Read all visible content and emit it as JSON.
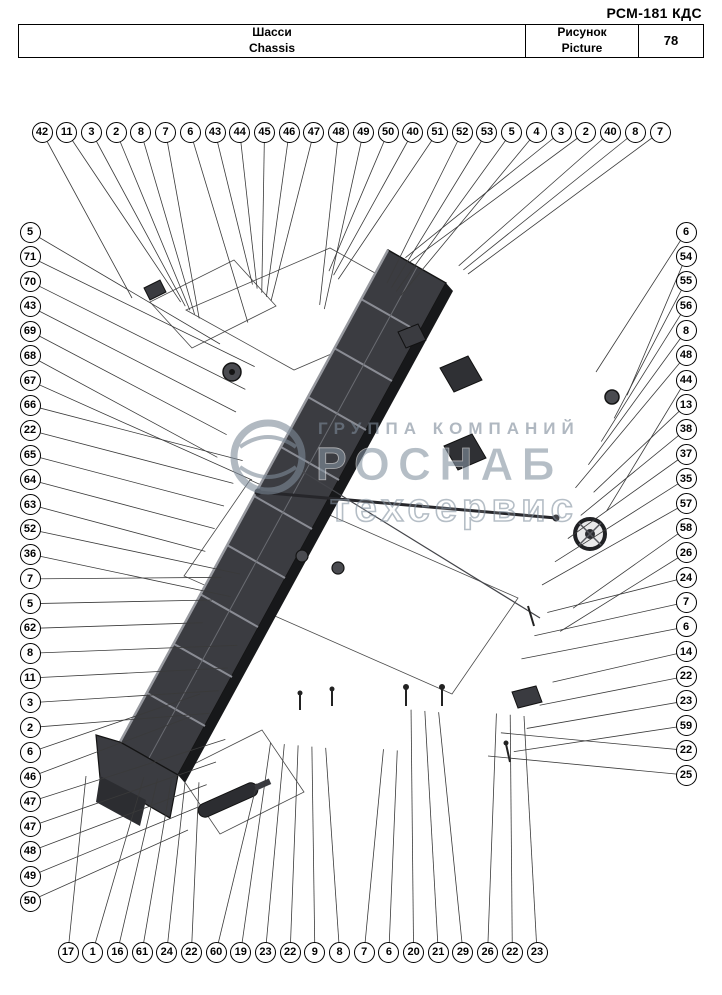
{
  "header": {
    "doc_code": "РСМ-181 КДС",
    "table": {
      "title_ru": "Шасси",
      "title_en": "Chassis",
      "figure_label_ru": "Рисунок",
      "figure_label_en": "Picture",
      "figure_number": "78"
    }
  },
  "watermark": {
    "line1": "ГРУППА КОМПАНИЙ",
    "line2": "РОСНАБ",
    "line3": "техсервис"
  },
  "callouts": {
    "top": [
      "42",
      "11",
      "3",
      "2",
      "8",
      "7",
      "6",
      "43",
      "44",
      "45",
      "46",
      "47",
      "48",
      "49",
      "50",
      "40",
      "51",
      "52",
      "53",
      "5",
      "4",
      "3",
      "2",
      "40",
      "8",
      "7"
    ],
    "left": [
      "5",
      "71",
      "70",
      "43",
      "69",
      "68",
      "67",
      "66",
      "22",
      "65",
      "64",
      "63",
      "52",
      "36",
      "7",
      "5",
      "62",
      "8",
      "11",
      "3",
      "2",
      "6",
      "46",
      "47",
      "47",
      "48",
      "49",
      "50"
    ],
    "right": [
      "6",
      "54",
      "55",
      "56",
      "8",
      "48",
      "44",
      "13",
      "38",
      "37",
      "35",
      "57",
      "58",
      "26",
      "24",
      "7",
      "6",
      "14",
      "22",
      "23",
      "59",
      "22",
      "25"
    ],
    "bottom": [
      "17",
      "1",
      "16",
      "61",
      "24",
      "22",
      "60",
      "19",
      "23",
      "22",
      "9",
      "8",
      "7",
      "6",
      "20",
      "21",
      "29",
      "26",
      "22",
      "23"
    ]
  },
  "colors": {
    "frame_dark": "#3b3c41",
    "line": "#3a3a3a",
    "watermark": "#8593a1"
  }
}
